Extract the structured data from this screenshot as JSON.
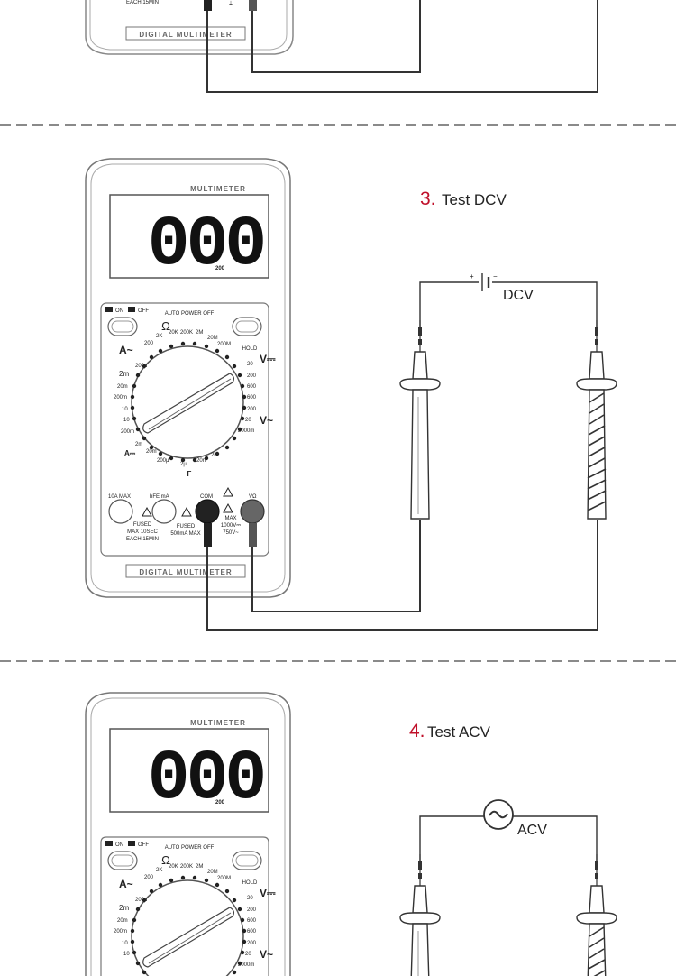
{
  "meter": {
    "brand": "MULTIMETER",
    "footer": "DIGITAL MULTIMETER",
    "display": "000",
    "display_range": "200",
    "on_label": "ON",
    "off_label": "OFF",
    "auto_power_off": "AUTO POWER OFF",
    "hold": "HOLD",
    "ohm": "Ω",
    "amp_ac": "A~",
    "amp_dc": "A⎓",
    "volt_dc": "V⎓",
    "volt_ac": "V~",
    "farad": "F",
    "port_10a": "10A MAX",
    "port_hfe": "hFE mA",
    "port_com": "COM",
    "port_vohm": "VΩ",
    "fused_10a": [
      "FUSED",
      "MAX  10SEC",
      "EACH 15MIN"
    ],
    "fused_ma": [
      "FUSED",
      "500mA MAX"
    ],
    "max_volt": [
      "MAX",
      "1000V⎓",
      "750V~"
    ],
    "top_partial_text": "EACH 15MIN",
    "scale_left": [
      "200μ",
      "2m",
      "20m",
      "200m",
      "10",
      "10",
      "200m"
    ],
    "scale_right": [
      "20",
      "200",
      "600",
      "600",
      "200",
      "20",
      "2000m"
    ],
    "scale_top": [
      "200",
      "2K",
      "20K",
      "200K",
      "2M",
      "20M",
      "200M"
    ],
    "scale_bottom": [
      "2m",
      "20m",
      "200μ",
      "2μ",
      "20n",
      "2n"
    ]
  },
  "sections": [
    {
      "number": "3.",
      "title": "Test DCV",
      "source_label": "DCV",
      "source_symbol": "+|—"
    },
    {
      "number": "4.",
      "title": "Test ACV",
      "source_label": "ACV",
      "source_symbol": "~"
    }
  ],
  "colors": {
    "accent_number": "#c0102a",
    "line": "#333333",
    "dash": "#444444"
  }
}
